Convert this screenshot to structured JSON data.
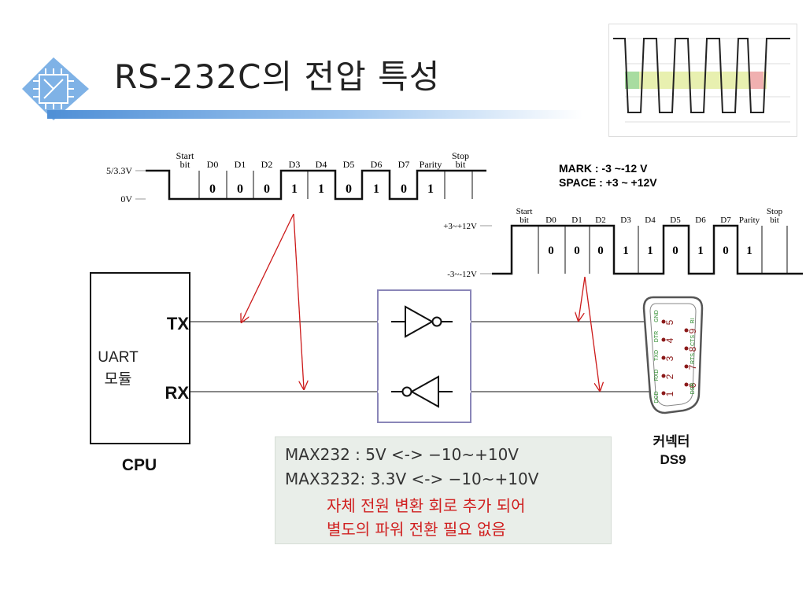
{
  "title": "RS-232C의 전압 특성",
  "ttl_diagram": {
    "high_label": "5/3.3V",
    "low_label": "0V",
    "fields": [
      "Start\nbit",
      "D0",
      "D1",
      "D2",
      "D3",
      "D4",
      "D5",
      "D6",
      "D7",
      "Parity",
      "Stop\nbit"
    ],
    "bits": [
      "0",
      "0",
      "0",
      "1",
      "1",
      "0",
      "1",
      "0",
      "1"
    ]
  },
  "rs232_diagram": {
    "high_label": "+3~+12V",
    "low_label": "-3~-12V",
    "fields": [
      "Start\nbit",
      "D0",
      "D1",
      "D2",
      "D3",
      "D4",
      "D5",
      "D6",
      "D7",
      "Parity",
      "Stop\nbit"
    ],
    "bits": [
      "0",
      "0",
      "0",
      "1",
      "1",
      "0",
      "1",
      "0",
      "1"
    ]
  },
  "mark_space": {
    "mark": "MARK : -3  ~-12 V",
    "space": "SPACE : +3  ~  +12V"
  },
  "uart": {
    "label_line1": "UART",
    "label_line2": "모듈",
    "tx": "TX",
    "rx": "RX",
    "caption": "CPU"
  },
  "connector": {
    "caption_line1": "커넥터",
    "caption_line2": "DS9",
    "pins_top": [
      "5",
      "4",
      "3",
      "2",
      "1"
    ],
    "pins_bottom": [
      "9",
      "8",
      "7",
      "6"
    ],
    "signals_top": [
      "GND",
      "DTR",
      "TXD",
      "RXD",
      "DCD"
    ],
    "signals_bottom": [
      "RI",
      "CTS",
      "RTS",
      "DSR"
    ]
  },
  "note": {
    "line1": "MAX232 : 5V <-> −10~+10V",
    "line2": "MAX3232: 3.3V <-> −10~+10V",
    "line3": "자체 전원 변환 회로 추가 되어",
    "line4": "별도의 파워 전환 필요 없음"
  },
  "colors": {
    "title_bar": "#4f8fd6",
    "arrow": "#cc1a1a",
    "buffer_box": "#8a86b8",
    "note_bg": "#e9eee9",
    "note_red": "#d02020"
  }
}
